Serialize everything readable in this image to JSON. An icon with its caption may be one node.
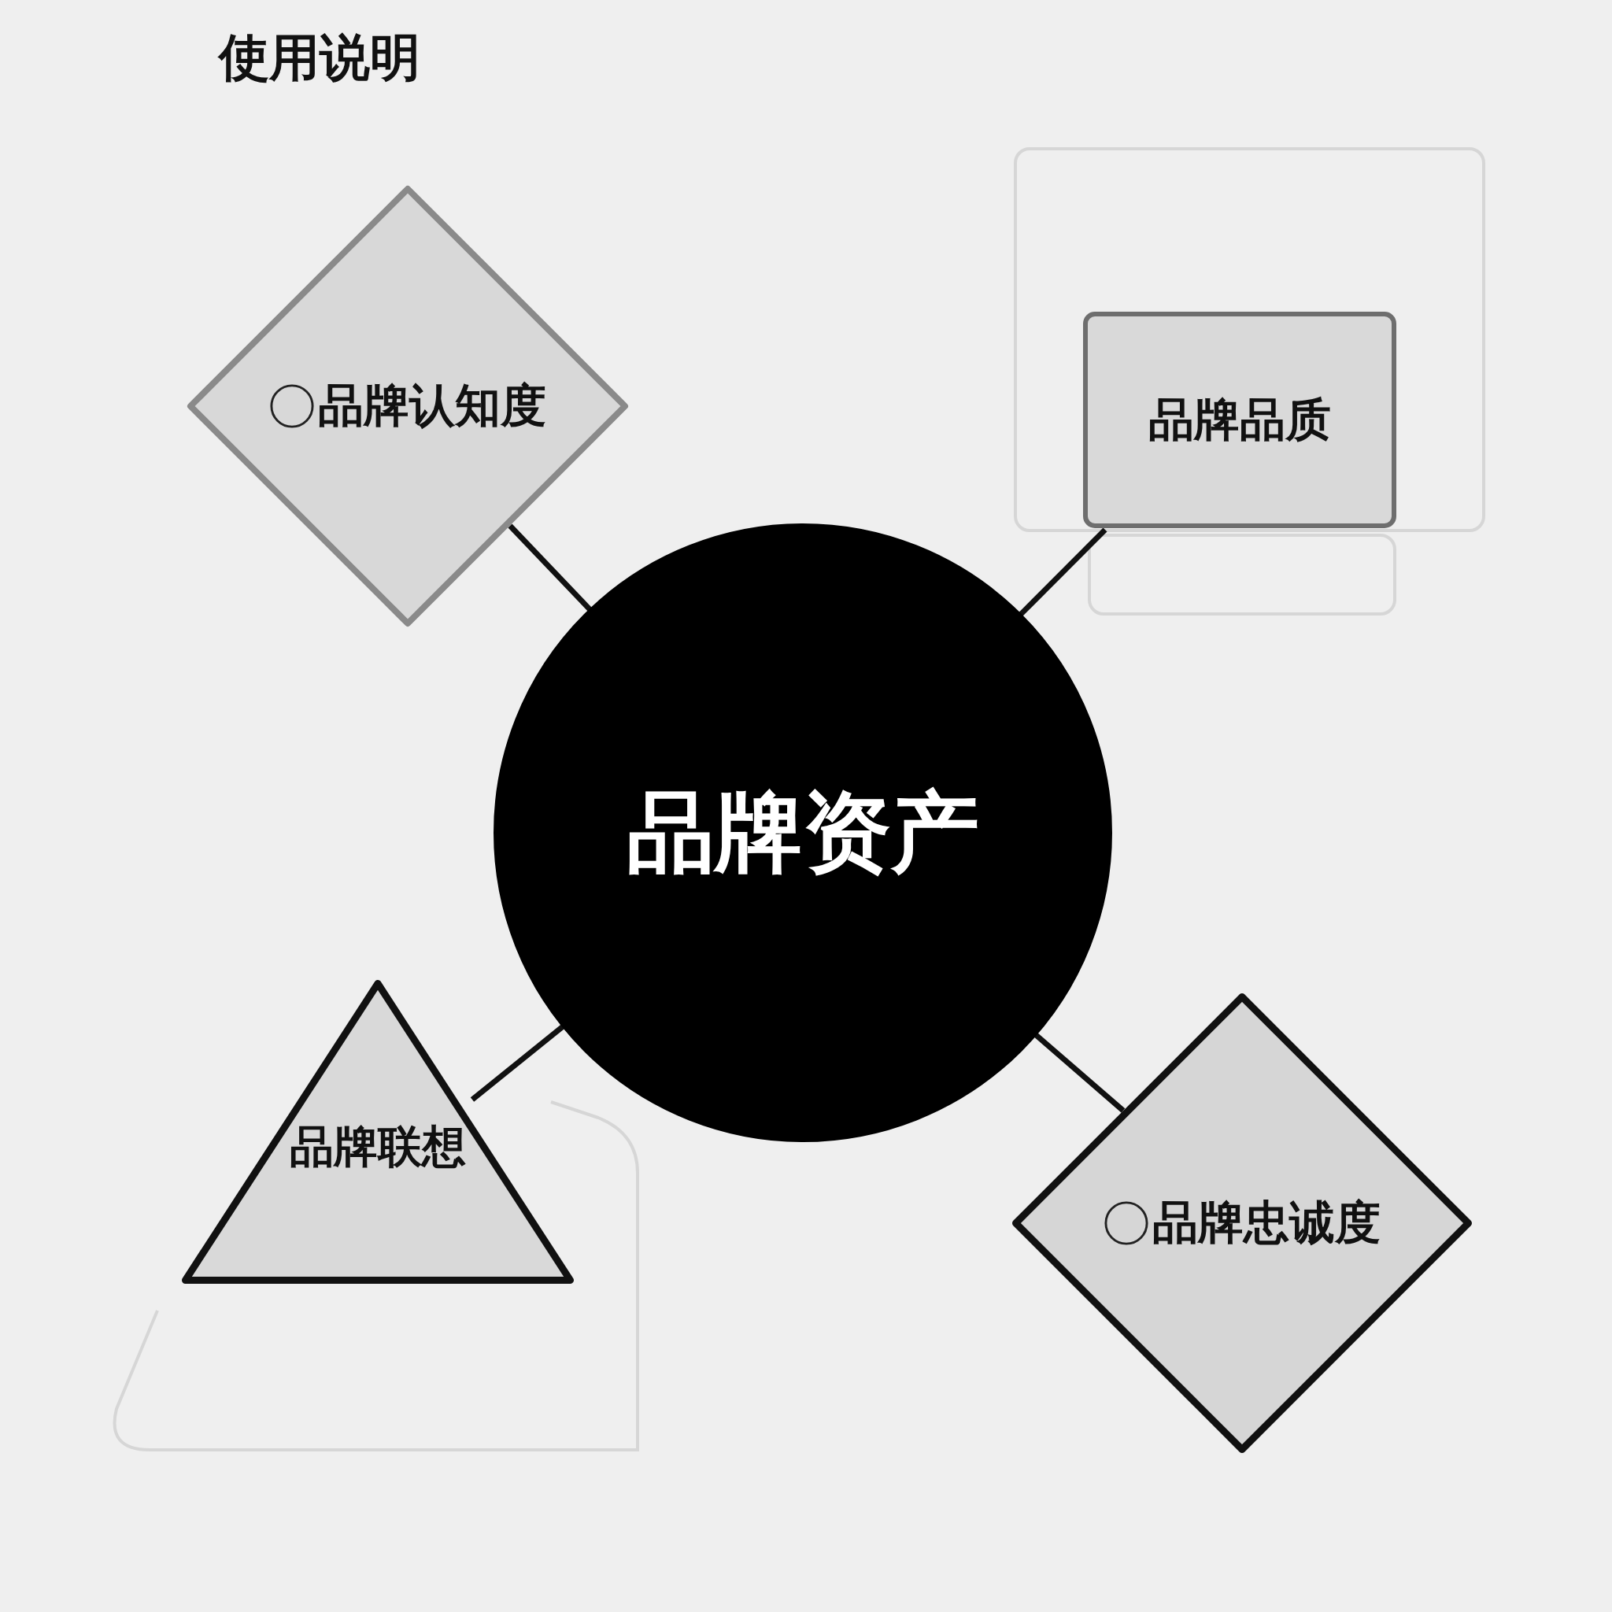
{
  "diagram": {
    "title": "使用说明",
    "nodes": [
      {
        "text": [
          "品牌资产"
        ]
      },
      {
        "text": [
          "品牌认知度"
        ]
      },
      {
        "text": [
          "品牌品质"
        ]
      },
      {
        "text": [
          "品牌联想"
        ]
      },
      {
        "text": [
          "品牌忠诚度"
        ]
      }
    ],
    "edges": [
      {
        "from": 0,
        "to": 1,
        "arrow": "none"
      },
      {
        "from": 0,
        "to": 2,
        "arrow": "none"
      },
      {
        "from": 0,
        "to": 3,
        "arrow": "none"
      },
      {
        "from": 0,
        "to": 4,
        "arrow": "none"
      }
    ]
  }
}
